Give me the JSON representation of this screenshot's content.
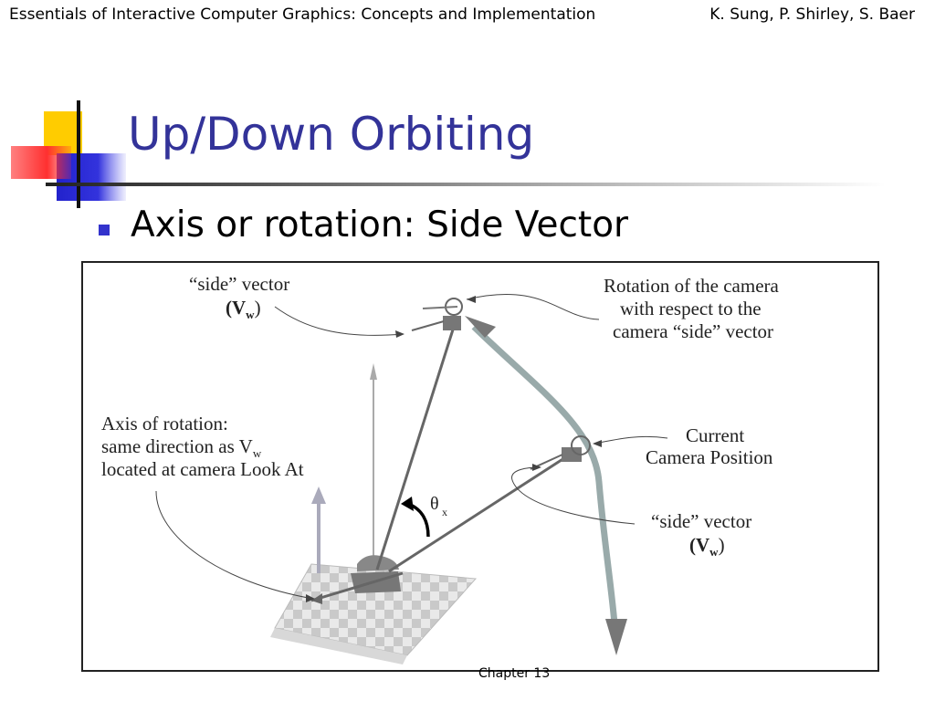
{
  "header": {
    "left": "Essentials of Interactive Computer Graphics: Concepts and Implementation",
    "right": "K. Sung, P. Shirley, S. Baer"
  },
  "slide": {
    "title": "Up/Down Orbiting",
    "bullet": "Axis or rotation: Side Vector"
  },
  "figure": {
    "label_side_top": "“side” vector",
    "label_side_top_vec": "(V",
    "label_sub_w": "w",
    "label_close_paren": ")",
    "label_rotation_1": "Rotation of the camera",
    "label_rotation_2": "with respect to the",
    "label_rotation_3": "camera “side” vector",
    "label_axis_1": "Axis of rotation:",
    "label_axis_2": "same direction as V",
    "label_axis_3": "located at camera Look At",
    "label_current_1": "Current",
    "label_current_2": "Camera Position",
    "label_side_bottom": "“side” vector",
    "label_side_bottom_vec": "(V",
    "label_theta": "θ",
    "label_theta_sub": "x"
  },
  "footer": {
    "text": "Chapter 13"
  }
}
